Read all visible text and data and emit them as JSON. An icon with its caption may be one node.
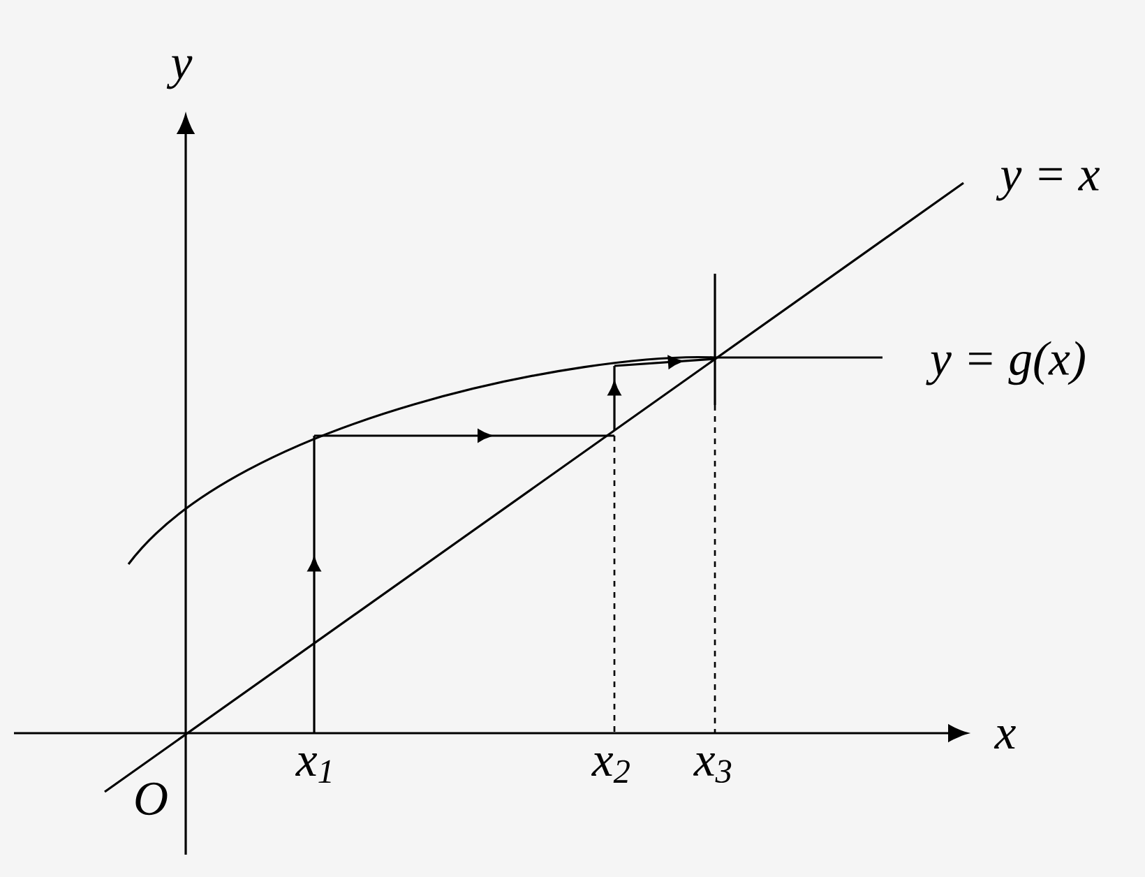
{
  "diagram": {
    "labels": [
      "y",
      "y = x",
      "y = g(x)",
      "x",
      "O",
      "x$_{1}$",
      "x$_{2}$",
      "x$_{3}$"
    ]
  }
}
